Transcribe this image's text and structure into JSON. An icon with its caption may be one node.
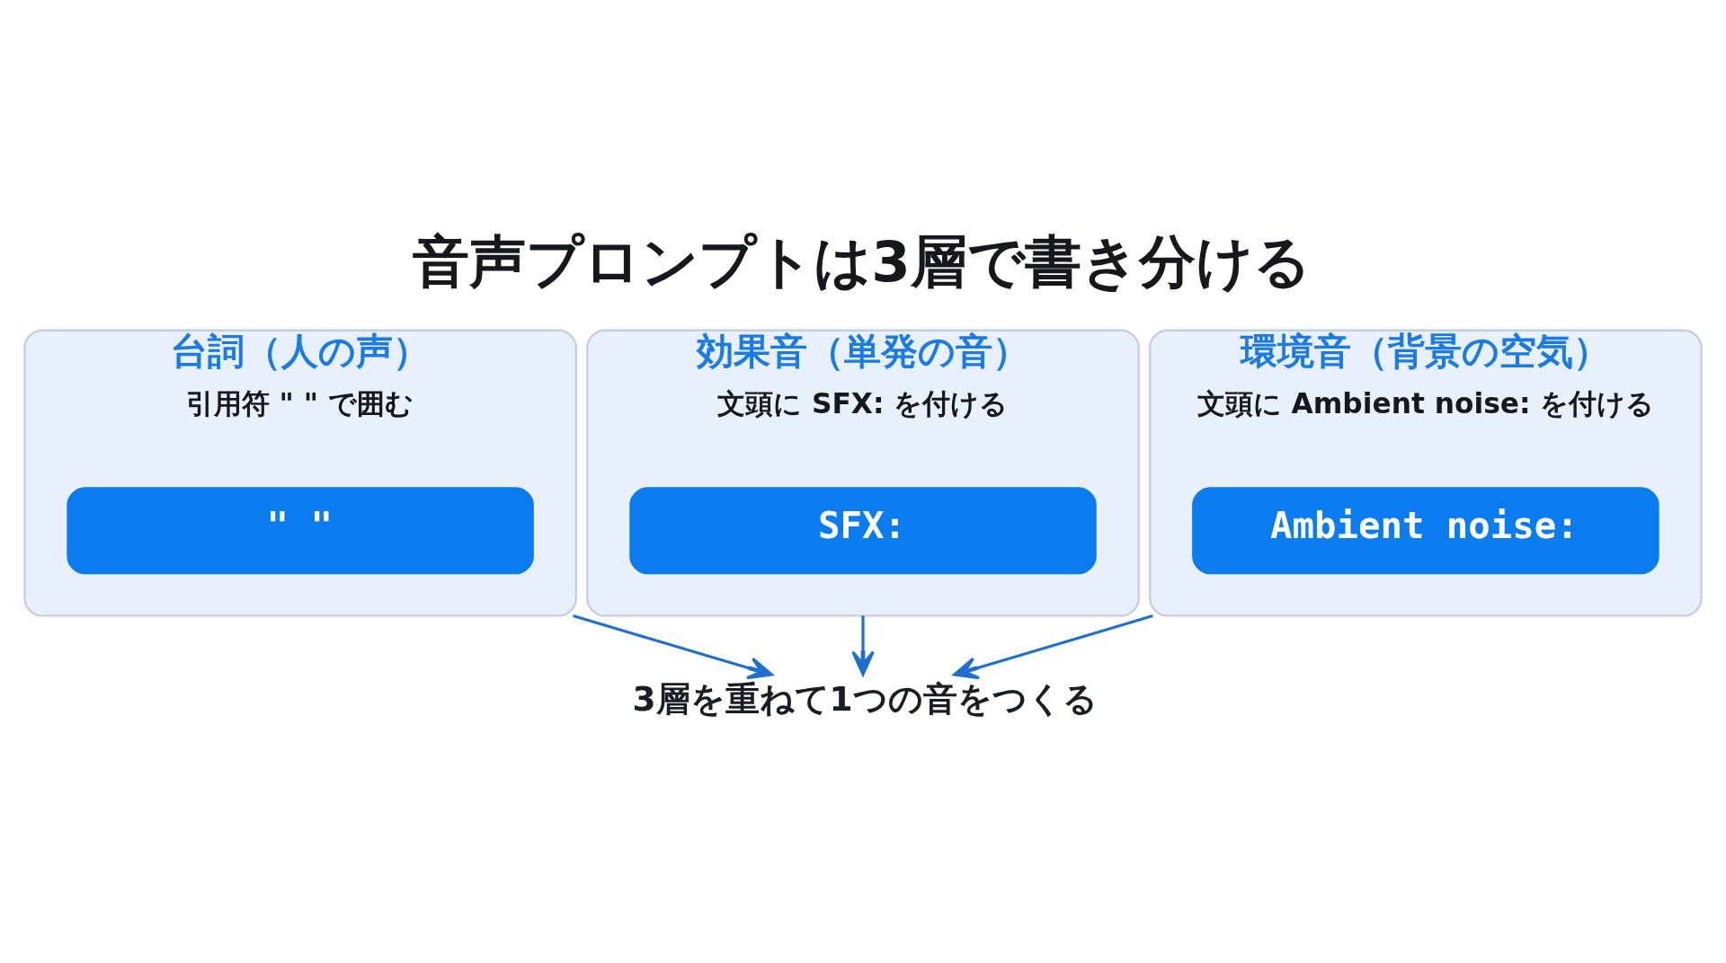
{
  "diagram": {
    "title": "音声プロンプトは3層で書き分ける",
    "nodes": [
      {
        "text": [
          "台詞（人の声）",
          "引用符 \" \" で囲む"
        ]
      },
      {
        "text": [
          "\" \""
        ],
        "in": 0
      },
      {
        "text": [
          "効果音（単発の音）",
          "文頭に SFX: を付ける"
        ]
      },
      {
        "text": [
          "SFX:"
        ],
        "in": 2
      },
      {
        "text": [
          "環境音（背景の空気）",
          "文頭に Ambient noise: を付ける"
        ]
      },
      {
        "text": [
          "Ambient noise:"
        ],
        "in": 4
      },
      {
        "text": [
          "3層を重ねて1つの音をつくる"
        ]
      }
    ],
    "edges": [
      {
        "from": 0,
        "to": 6,
        "arrow": "to"
      },
      {
        "from": 2,
        "to": 6,
        "arrow": "to"
      },
      {
        "from": 4,
        "to": 6,
        "arrow": "to"
      }
    ]
  }
}
